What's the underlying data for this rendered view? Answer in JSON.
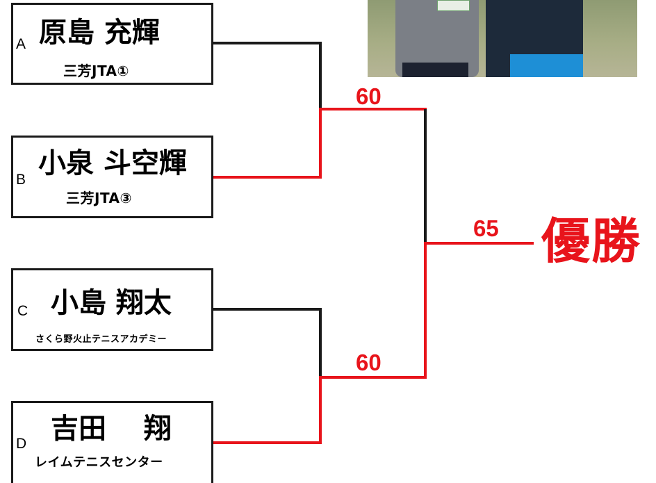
{
  "players": [
    {
      "seed": "A",
      "name": "原島 充輝",
      "club": "三芳JTA①"
    },
    {
      "seed": "B",
      "name": "小泉 斗空輝",
      "club": "三芳JTA③"
    },
    {
      "seed": "C",
      "name": "小島 翔太",
      "club": "さくら野火止テニスアカデミー"
    },
    {
      "seed": "D",
      "name": "吉田　 翔",
      "club": "レイムテニスセンター"
    }
  ],
  "scores": {
    "semifinal_top": "60",
    "semifinal_bottom": "60",
    "final": "65"
  },
  "champion_label": "優勝",
  "colors": {
    "winner_line": "#e8141b",
    "loser_line": "#1a1a1a",
    "score_text": "#e8141b",
    "champion_text": "#e8141b"
  }
}
